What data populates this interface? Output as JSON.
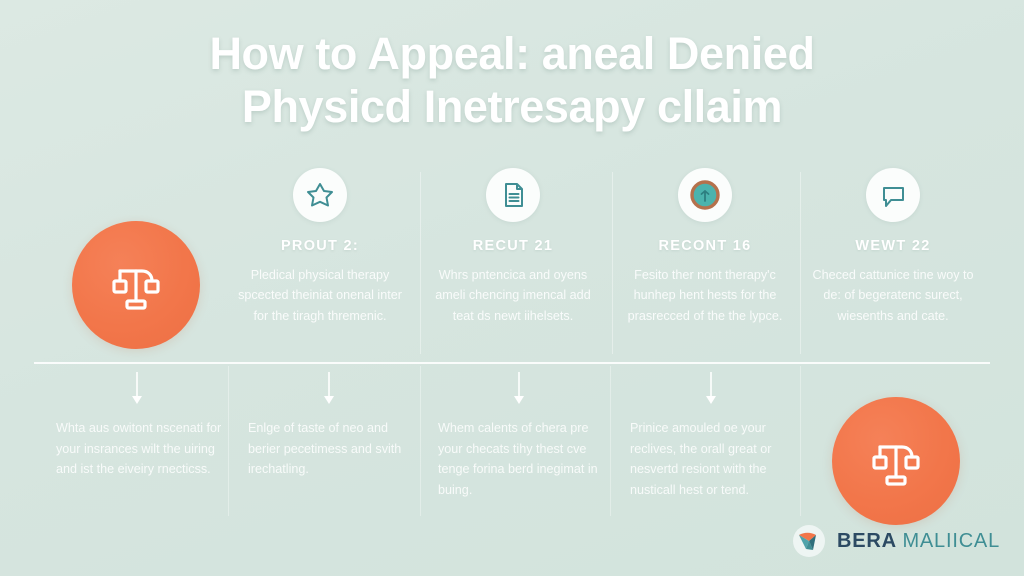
{
  "poster": {
    "background_color": "#d9e7e1",
    "accent_orange": "#f2764a",
    "accent_teal": "#3f8e94"
  },
  "title": {
    "line1": "How to Appeal: aneal Denied",
    "line2": "Physicd Inetresapy cllaim"
  },
  "hero_icons": {
    "left_icon": "balance-scale-icon",
    "right_icon": "balance-scale-icon"
  },
  "features": [
    {
      "icon": "star-icon",
      "heading": "PROUT 2:",
      "body": "Pledical physical therapy spcected theiniat onenal inter for the tiragh thremenic."
    },
    {
      "icon": "document-icon",
      "heading": "RECUT 21",
      "body": "Whrs pntencica and oyens ameli chencing imencal add teat ds newt iihelsets."
    },
    {
      "icon": "target-circle-icon",
      "heading": "RECONT 16",
      "body": "Fesito ther nont therapy'c hunhep hent hests for the prasrecced of the the lypce."
    },
    {
      "icon": "speech-bubble-icon",
      "heading": "WEWT 22",
      "body": "Checed cattunice tine woy to de: of begeratenc surect, wiesenths and cate."
    }
  ],
  "steps": [
    {
      "arrow": "down-arrow-icon",
      "body": "Whta aus owitont nscenati for your insrances wilt the uiring and ist the eiveiry rnecticss."
    },
    {
      "arrow": "down-arrow-icon",
      "body": "Enlge of taste of neo and berier pecetimess and svith irechatling."
    },
    {
      "arrow": "down-arrow-icon",
      "body": "Whem calents of chera pre your checats tihy thest cve tenge forina berd inegimat in buing."
    },
    {
      "arrow": "down-arrow-icon",
      "body": "Prinice amouled oe your reclives, the orall great or nesvertd resiont with the nusticall hest or tend."
    }
  ],
  "logo": {
    "mark": "bera-logo-mark",
    "text_primary": "BERA",
    "text_secondary": "MALIICAL"
  }
}
